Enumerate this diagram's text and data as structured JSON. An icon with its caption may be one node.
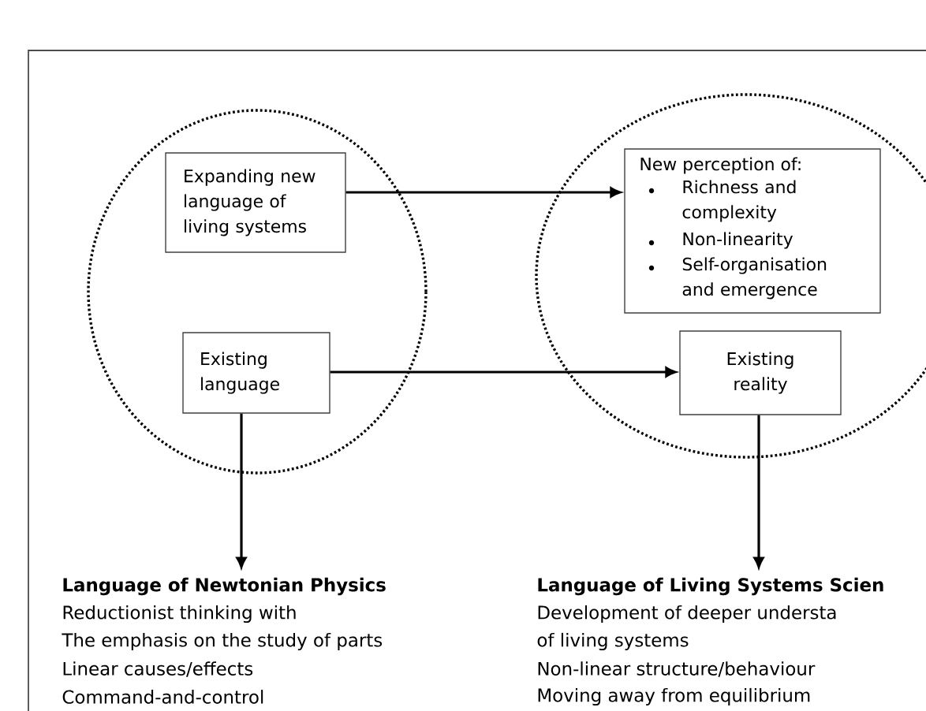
{
  "diagram": {
    "nodes": [
      {
        "text": [],
        "shape": "circle"
      },
      {
        "text": [
          "Expanding new language of living systems"
        ],
        "in": 0
      },
      {
        "text": [
          "Existing language"
        ],
        "in": 0
      },
      {
        "text": [],
        "shape": "circle"
      },
      {
        "text": [
          "New perception of:",
          "Richness and complexity",
          "Non-linearity",
          "Self-organisation and emergence"
        ],
        "in": 3
      },
      {
        "text": [
          "Existing reality"
        ],
        "in": 3
      },
      {
        "text": [
          "Language of Newtonian Physics",
          "Reductionist thinking with",
          "The emphasis on the study of parts",
          "Linear causes/effects",
          "Command-and-control"
        ]
      },
      {
        "text": [
          "Language of Living Systems Scien",
          "Development of deeper understa",
          "of living systems",
          "Non-linear structure/behaviour",
          "Moving away from equilibrium"
        ]
      }
    ],
    "edges": [
      {
        "from": 1,
        "to": 4,
        "arrow": "to"
      },
      {
        "from": 2,
        "to": 5,
        "arrow": "to"
      },
      {
        "from": 2,
        "to": 6,
        "arrow": "to"
      },
      {
        "from": 5,
        "to": 7,
        "arrow": "to"
      }
    ]
  }
}
